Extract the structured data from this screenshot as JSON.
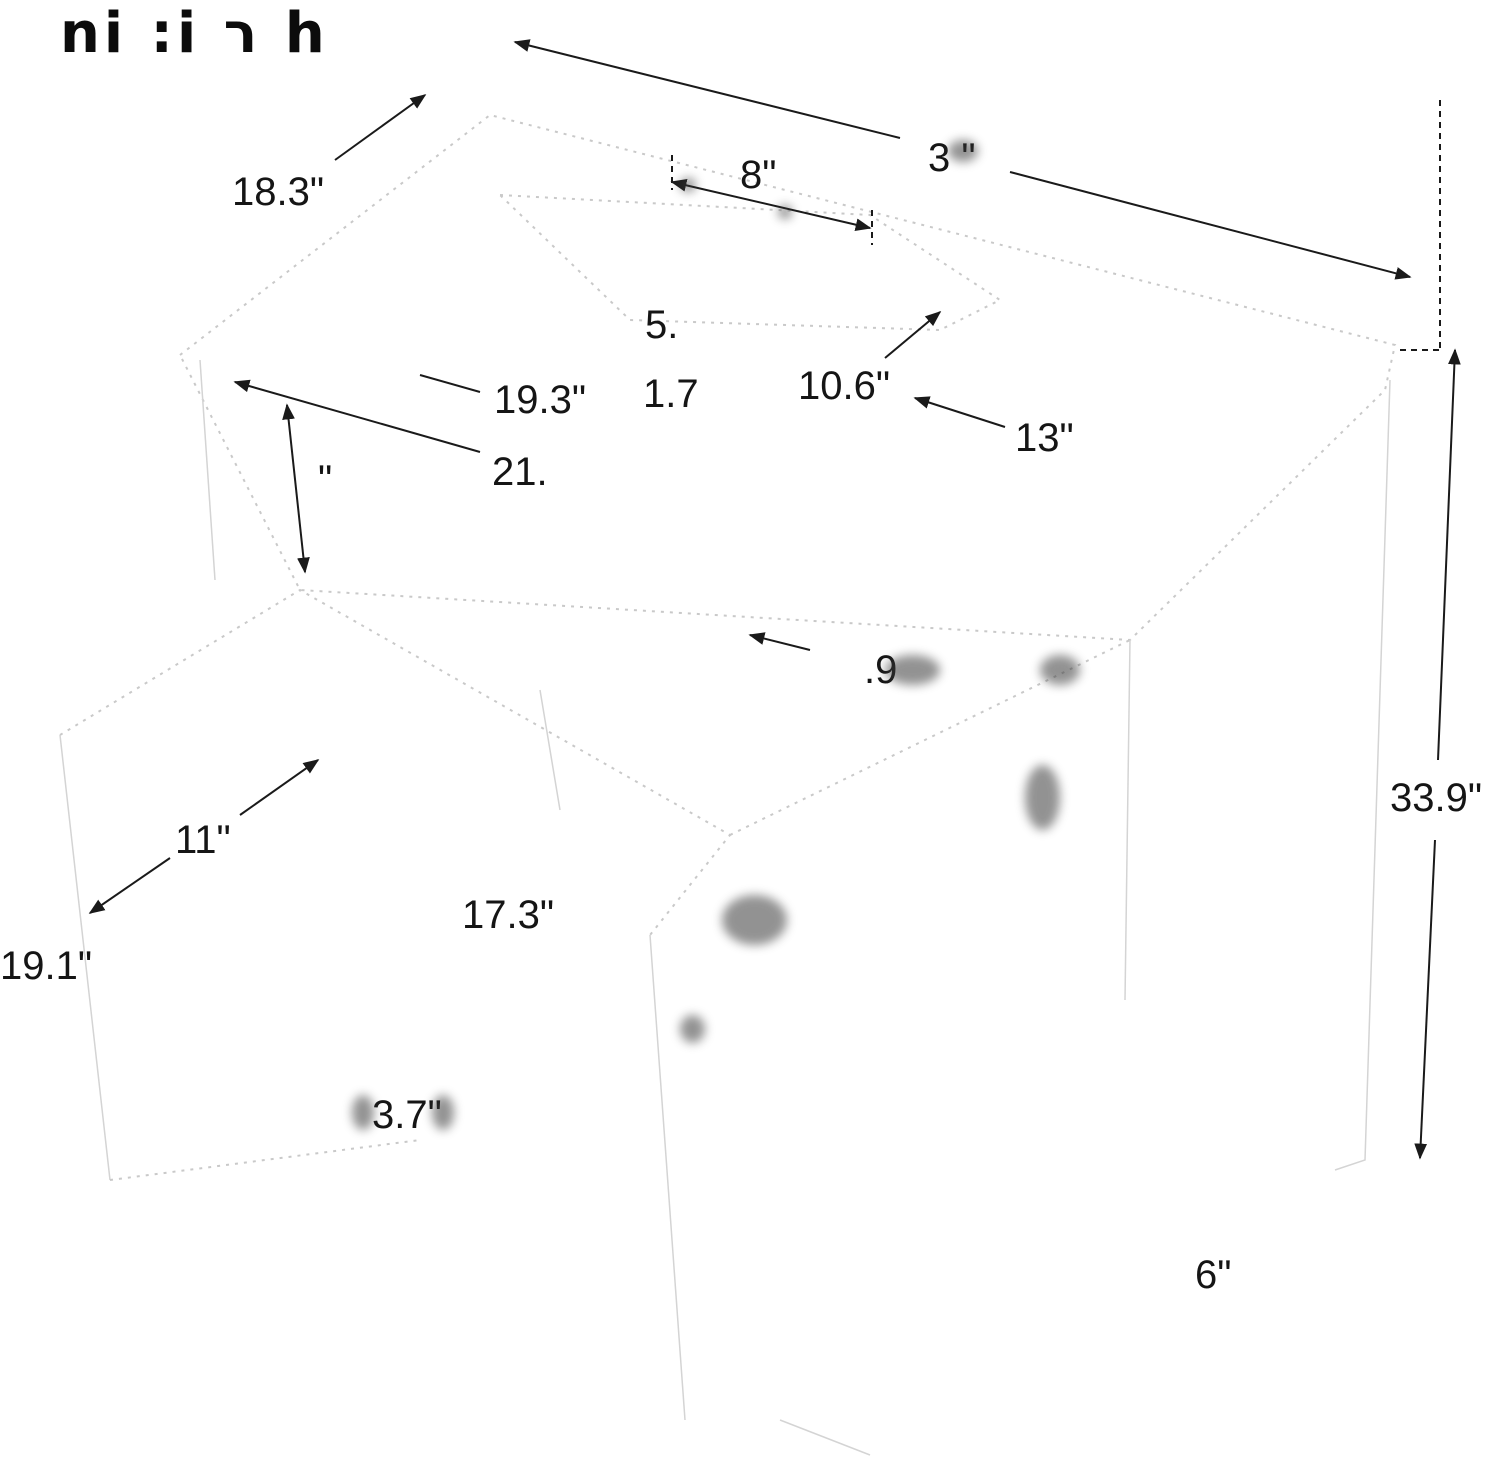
{
  "diagram": {
    "unit_label": "ni :i ר h",
    "dimensions": {
      "width_total": "3 \"",
      "top_shelf_depth": "18.3\"",
      "top_slot_width": "8\"",
      "top_center": "5.",
      "top_shelf_width": "19.3\"",
      "top_small": "1.7",
      "inner_depth": "10.6\"",
      "inner_right": "13\"",
      "shelf_front": "21.",
      "shelf_height": "\"",
      "total_height": "33.9\"",
      "drawer_depth": "11\"",
      "drawer_width": "19.1\"",
      "drawer_front": "17.3\"",
      "drawer_height": "3.7\"",
      "middle_partial": ".9",
      "bottom_right": "6\""
    }
  }
}
